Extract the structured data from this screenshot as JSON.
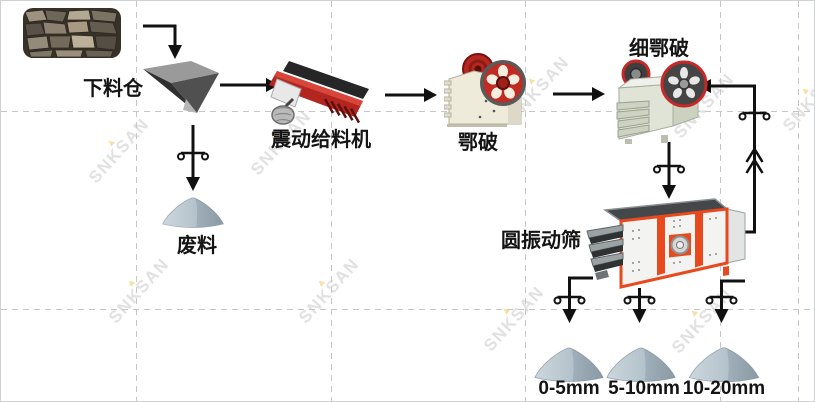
{
  "watermark": {
    "text": "SNKSAN"
  },
  "machines": {
    "feeding_bin": {
      "label": "下料仓"
    },
    "vibrating_feeder": {
      "label": "震动给料机"
    },
    "jaw_crusher": {
      "label": "鄂破"
    },
    "fine_jaw_crusher": {
      "label": "细鄂破"
    },
    "vibrating_screen": {
      "label": "圆振动筛"
    }
  },
  "outputs": {
    "waste": {
      "label": "废料"
    },
    "products": [
      {
        "label": "0-5mm"
      },
      {
        "label": "5-10mm"
      },
      {
        "label": "10-20mm"
      }
    ]
  },
  "colors": {
    "machine_red": "#b32620",
    "screen_orange": "#e8491d",
    "cone_gray_blue": "#b4c2cb",
    "arrow_black": "#111111",
    "grid_dash_gray": "#c6c6c6",
    "watermark_gray": "#c9c9c9",
    "watermark_accent_yellow": "#f0c24a",
    "background": "#ffffff"
  }
}
